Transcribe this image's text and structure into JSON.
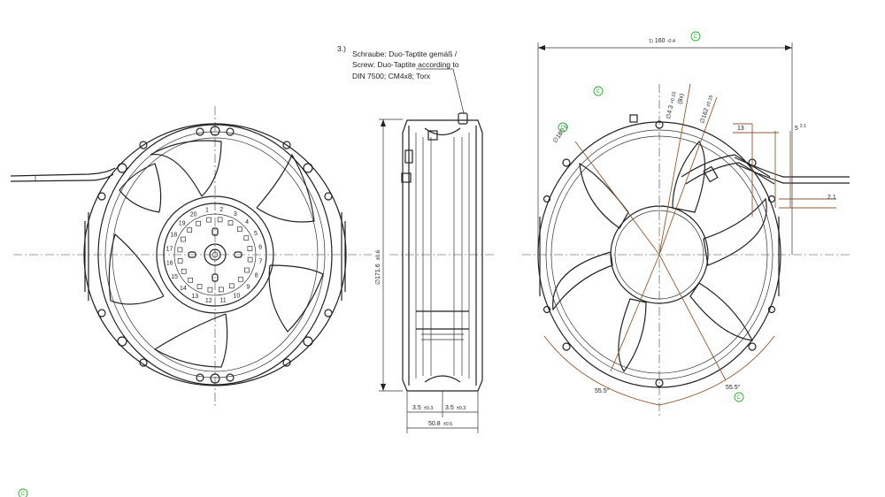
{
  "note": {
    "number": "3.)",
    "line1": "Schraube: Duo-Taptite gemäß /",
    "line2": "Screw: Duo-Taptite according to",
    "line3": "DIN 7500; CM4x8; Torx"
  },
  "dimensions": {
    "outer_width": "160",
    "outer_width_prefix": "1)",
    "outer_width_tol": "-0.4",
    "diameter_172": "∅171.6",
    "diameter_172_tol": "±0.6",
    "depth_left": "3.5",
    "depth_left_tol": "±0.3",
    "depth_right": "3.5",
    "depth_right_tol": "±0.3",
    "depth_total": "50.8",
    "depth_total_tol": "±0.5",
    "hole_dia": "∅4.3",
    "hole_dia_tol": "+0.15",
    "hole_count": "(8x)",
    "bolt_circle": "∅162",
    "bolt_circle_tol": "±0.15",
    "dia_186": "∅186",
    "dia_186_sup": "1)",
    "lead_13": "13",
    "lead_5": "5",
    "lead_5_sup": "2.1",
    "lead_2": "2.1",
    "angle_left": "55.5°",
    "angle_right": "55.5°"
  },
  "terminal_labels": [
    "1",
    "2",
    "3",
    "4",
    "5",
    "6",
    "7",
    "8",
    "9",
    "10",
    "11",
    "12",
    "13",
    "14",
    "15",
    "16",
    "17",
    "18",
    "19",
    "20"
  ],
  "marker_symbol": "C",
  "colors": {
    "line": "#222222",
    "dimension": "#8a5a3c",
    "marker": "#2eaa3a"
  }
}
